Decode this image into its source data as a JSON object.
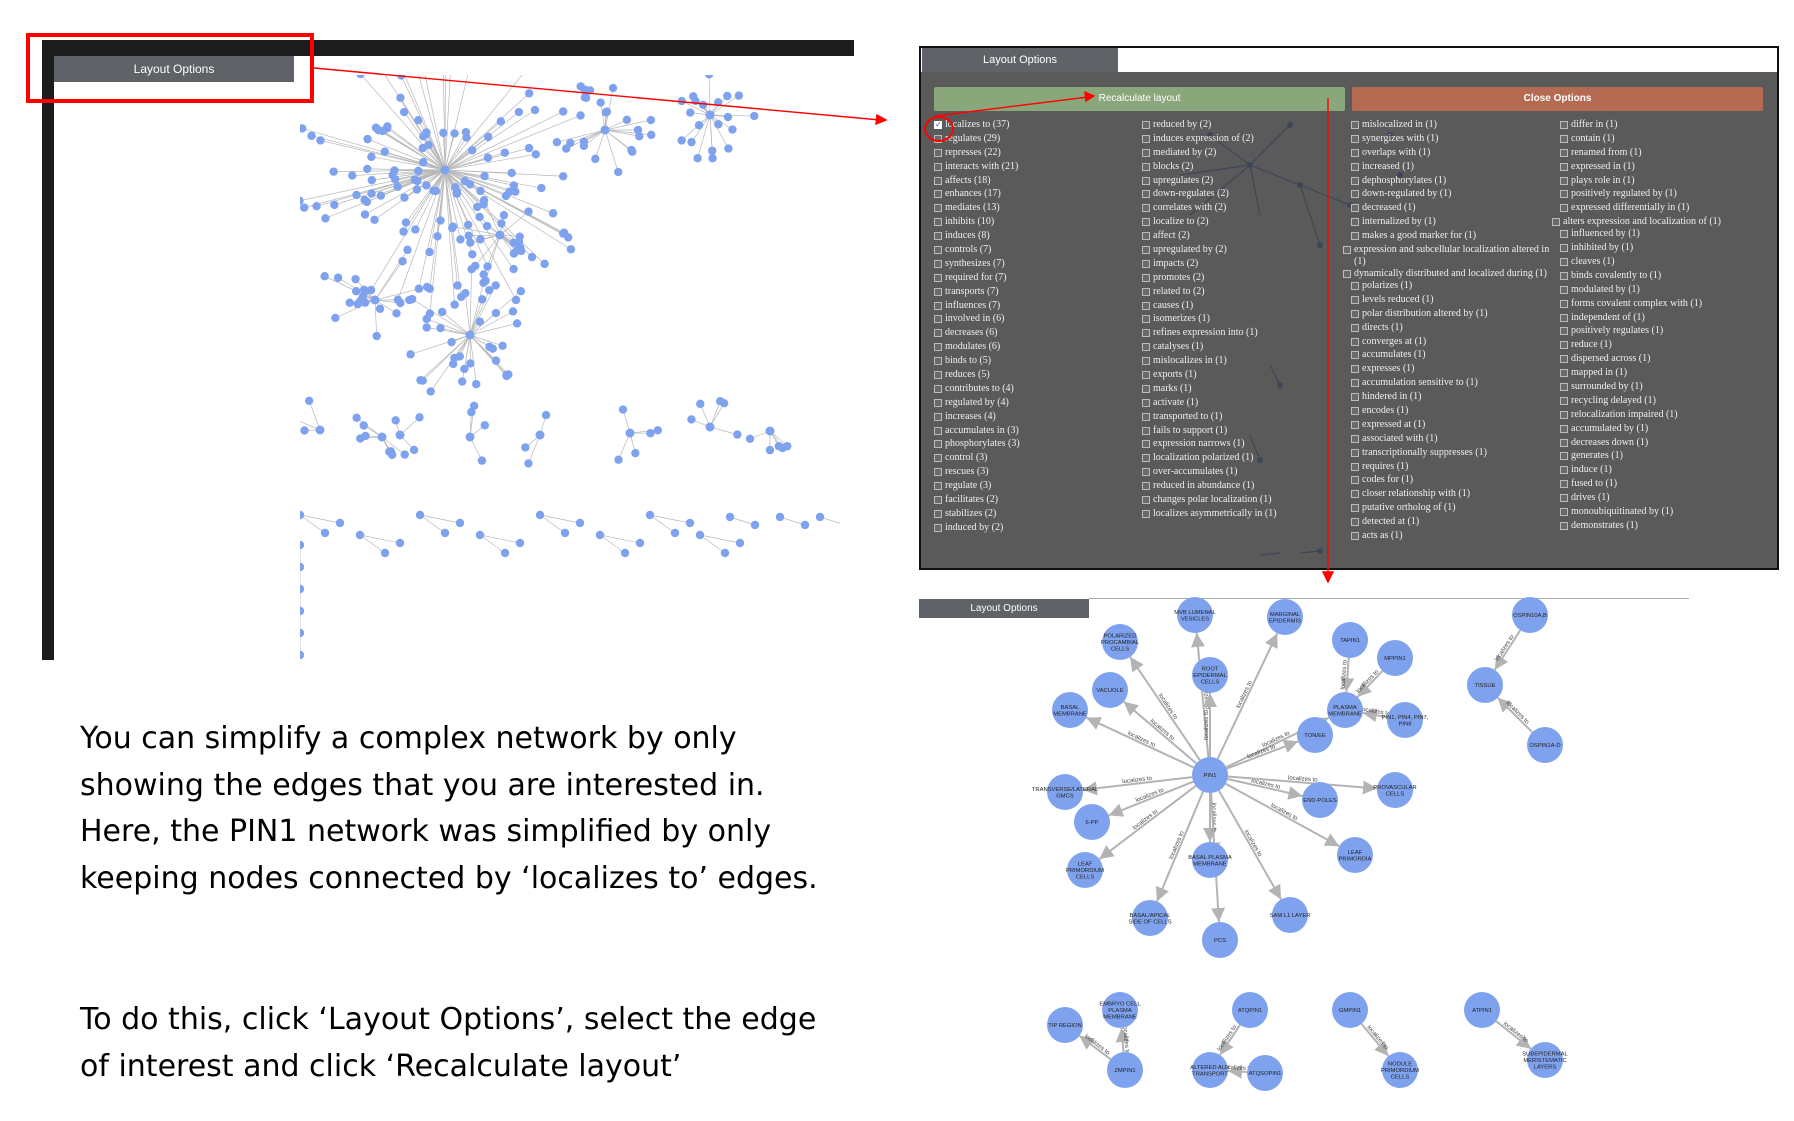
{
  "left_panel": {
    "tab_label": "Layout Options"
  },
  "options_panel": {
    "tab_label": "Layout Options",
    "recalculate_label": "Recalculate layout",
    "close_label": "Close Options",
    "columns": [
      [
        "localizes to (37)",
        "regulates (29)",
        "represses (22)",
        "interacts with (21)",
        "affects (18)",
        "enhances (17)",
        "mediates (13)",
        "inhibits (10)",
        "induces (8)",
        "controls (7)",
        "synthesizes (7)",
        "required for (7)",
        "transports (7)",
        "influences (7)",
        "involved in (6)",
        "decreases (6)",
        "modulates (6)",
        "binds to (5)",
        "reduces (5)",
        "contributes to (4)",
        "regulated by (4)",
        "increases (4)",
        "accumulates in (3)",
        "phosphorylates (3)",
        "control (3)",
        "rescues (3)",
        "regulate (3)",
        "facilitates (2)",
        "stabilizes (2)",
        "induced by (2)"
      ],
      [
        "reduced by (2)",
        "induces expression of (2)",
        "mediated by (2)",
        "blocks (2)",
        "upregulates (2)",
        "down-regulates (2)",
        "correlates with (2)",
        "localize to (2)",
        "affect (2)",
        "upregulated by (2)",
        "impacts (2)",
        "promotes (2)",
        "related to (2)",
        "causes (1)",
        "isomerizes (1)",
        "refines expression into (1)",
        "catalyses (1)",
        "mislocalizes in (1)",
        "exports (1)",
        "marks (1)",
        "activate (1)",
        "transported to (1)",
        "fails to support (1)",
        "expression narrows (1)",
        "localization polarized (1)",
        "over-accumulates (1)",
        "reduced in abundance (1)",
        "changes polar localization (1)",
        "localizes asymmetrically in (1)"
      ],
      [
        "mislocalized in (1)",
        "synergizes with (1)",
        "overlaps with (1)",
        "increased (1)",
        "dephosphorylates (1)",
        "down-regulated by (1)",
        "decreased (1)",
        "internalized by (1)",
        "makes a good marker for (1)",
        "expression and subcellular localization altered in (1)",
        "dynamically distributed and localized during (1)",
        "polarizes (1)",
        "levels reduced (1)",
        "polar distribution altered by (1)",
        "directs (1)",
        "converges at (1)",
        "accumulates (1)",
        "expresses (1)",
        "accumulation sensitive to (1)",
        "hindered in (1)",
        "encodes (1)",
        "expressed at (1)",
        "associated with (1)",
        "transcriptionally suppresses (1)",
        "requires (1)",
        "codes for (1)",
        "closer relationship with (1)",
        "putative ortholog of (1)",
        "detected at (1)",
        "acts as (1)"
      ],
      [
        "differ in (1)",
        "contain (1)",
        "renamed from (1)",
        "expressed in (1)",
        "plays role in (1)",
        "positively regulated by (1)",
        "expressed differentially in (1)",
        "alters expression and localization of (1)",
        "influenced by (1)",
        "inhibited by (1)",
        "cleaves (1)",
        "binds covalently to (1)",
        "modulated by (1)",
        "forms covalent complex with (1)",
        "independent of (1)",
        "positively regulates (1)",
        "reduce (1)",
        "dispersed across (1)",
        "mapped in (1)",
        "surrounded by (1)",
        "recycling delayed (1)",
        "relocalization impaired (1)",
        "accumulated by (1)",
        "decreases down (1)",
        "generates (1)",
        "induce (1)",
        "fused to (1)",
        "drives (1)",
        "monoubiquitinated by (1)",
        "demonstrates (1)"
      ]
    ]
  },
  "result_panel": {
    "tab_label": "Layout Options",
    "edge_label": "localizes to",
    "nodes": {
      "pin1": "PIN1",
      "mvb": [
        "MVB LUMENAL",
        "VESICLES"
      ],
      "marginal": [
        "MARGINAL",
        "EPIDERMIS"
      ],
      "polarized": [
        "POLARIZED",
        "PROCAMBIAL",
        "CELLS"
      ],
      "root": [
        "ROOT",
        "EPIDERMAL",
        "CELLS"
      ],
      "tapin1": "TAPIN1",
      "mppin1": "MPPIN1",
      "vacuole": "VACUOLE",
      "basal_mem": [
        "BASAL",
        "MEMBRANE"
      ],
      "plasma_mem": [
        "PLASMA",
        "MEMBRANE"
      ],
      "pin_group": [
        "PIN1, PIN4, PIN7,",
        "PIN8"
      ],
      "tonee": "TON/EE",
      "transverse": [
        "TRANSVERSE/LATERAL",
        "GMCS"
      ],
      "end_poles": "END-POLES",
      "provascular": [
        "PROVASCULAR",
        "CELLS"
      ],
      "six_pp": "6-PP",
      "leaf_prim_cells": [
        "LEAF",
        "PRIMORDIUM",
        "CELLS"
      ],
      "basal_plasma": [
        "BASAL PLASMA",
        "MEMBRANE"
      ],
      "leaf_primordia": [
        "LEAF",
        "PRIMORDIA"
      ],
      "basal_apical": [
        "BASAL/APICAL",
        "SIDE OF CELLS"
      ],
      "pcs": "PCS",
      "sam_l1": "SAM L1 LAYER",
      "ospin10ab": "OSPIN10A,B",
      "tissue": "TISSUE",
      "ospin1ad": "OSPIN1A-D",
      "embryo": [
        "EMBRYO CELL",
        "PLASMA",
        "MEMBRANE"
      ],
      "tip_region": "TIP REGION",
      "zmpin1": "ZMPIN1",
      "atqpin1": "ATQPIN1",
      "altered_aux": [
        "ALTERED AUX",
        "TRANSPORT"
      ],
      "atqsopin1": "ATQSOPIN1",
      "gmpin1": "GMPIN1",
      "nodule": [
        "NODULE",
        "PRIMORDIUM",
        "CELLS"
      ],
      "atpin1": "ATPIN1",
      "subepidermal": [
        "SUBEPIDERMAL",
        "MERISTEMATIC",
        "LAYERS"
      ]
    }
  },
  "description": {
    "paragraph1": "You can simplify a complex network by only showing the edges that you are interested in. Here, the PIN1 network was simplified by only keeping nodes connected by ‘localizes to’ edges.",
    "paragraph2": "To do this, click ‘Layout Options’, select the edge of interest and click ‘Recalculate layout’"
  },
  "colors": {
    "node": "#7fa2ee",
    "callout": "#ff0000",
    "panel": "#5a5a5a"
  }
}
